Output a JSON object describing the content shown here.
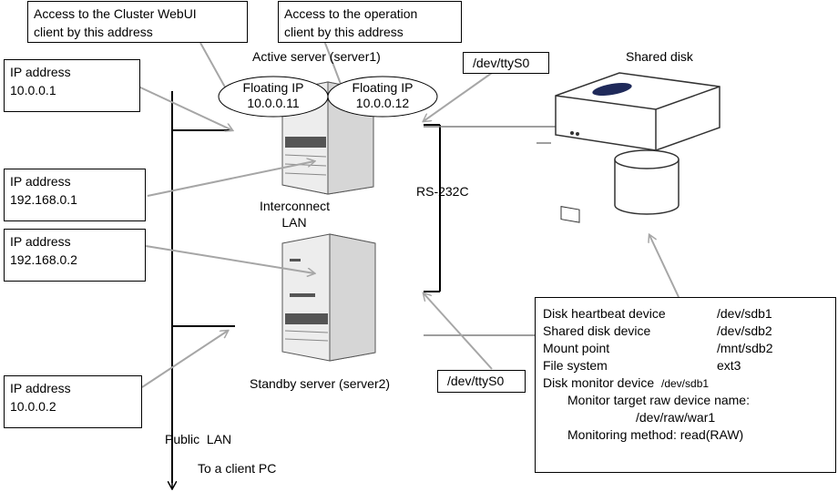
{
  "callouts": {
    "webui": [
      "Access to the Cluster WebUI",
      "client by this address"
    ],
    "operation": [
      "Access to the operation",
      "client by this address"
    ]
  },
  "servers": {
    "active": "Active server (server1)",
    "standby": "Standby server (server2)"
  },
  "shared_disk_label": "Shared disk",
  "floating_ips": [
    {
      "title": "Floating IP",
      "address": "10.0.0.11"
    },
    {
      "title": "Floating IP",
      "address": "10.0.0.12"
    }
  ],
  "ip_boxes": [
    {
      "title": "IP address",
      "address": "10.0.0.1"
    },
    {
      "title": "IP address",
      "address": "192.168.0.1"
    },
    {
      "title": "IP address",
      "address": "192.168.0.2"
    },
    {
      "title": "IP address",
      "address": "10.0.0.2"
    }
  ],
  "serial_devices": [
    "/dev/ttyS0",
    "/dev/ttyS0"
  ],
  "rs232c_label": "RS-232C",
  "interconnect_label": [
    "Interconnect",
    "LAN"
  ],
  "public_lan_label": "Public  LAN",
  "client_pc_label": "To a client PC",
  "disk_info": {
    "heartbeat": {
      "label": "Disk heartbeat device",
      "value": "/dev/sdb1"
    },
    "shared": {
      "label": "Shared disk device",
      "value": "/dev/sdb2"
    },
    "mount": {
      "label": "Mount point",
      "value": "/mnt/sdb2"
    },
    "fs": {
      "label": "File system",
      "value": "ext3"
    },
    "monitor": {
      "label": "Disk monitor device",
      "value": "/dev/sdb1"
    },
    "raw_label": "Monitor target raw device name:",
    "raw_value": "/dev/raw/war1",
    "method": "Monitoring method:  read(RAW)"
  },
  "colors": {
    "arrow": "#a6a6a6",
    "line": "#000000",
    "server_body": "#e8e8e8"
  }
}
